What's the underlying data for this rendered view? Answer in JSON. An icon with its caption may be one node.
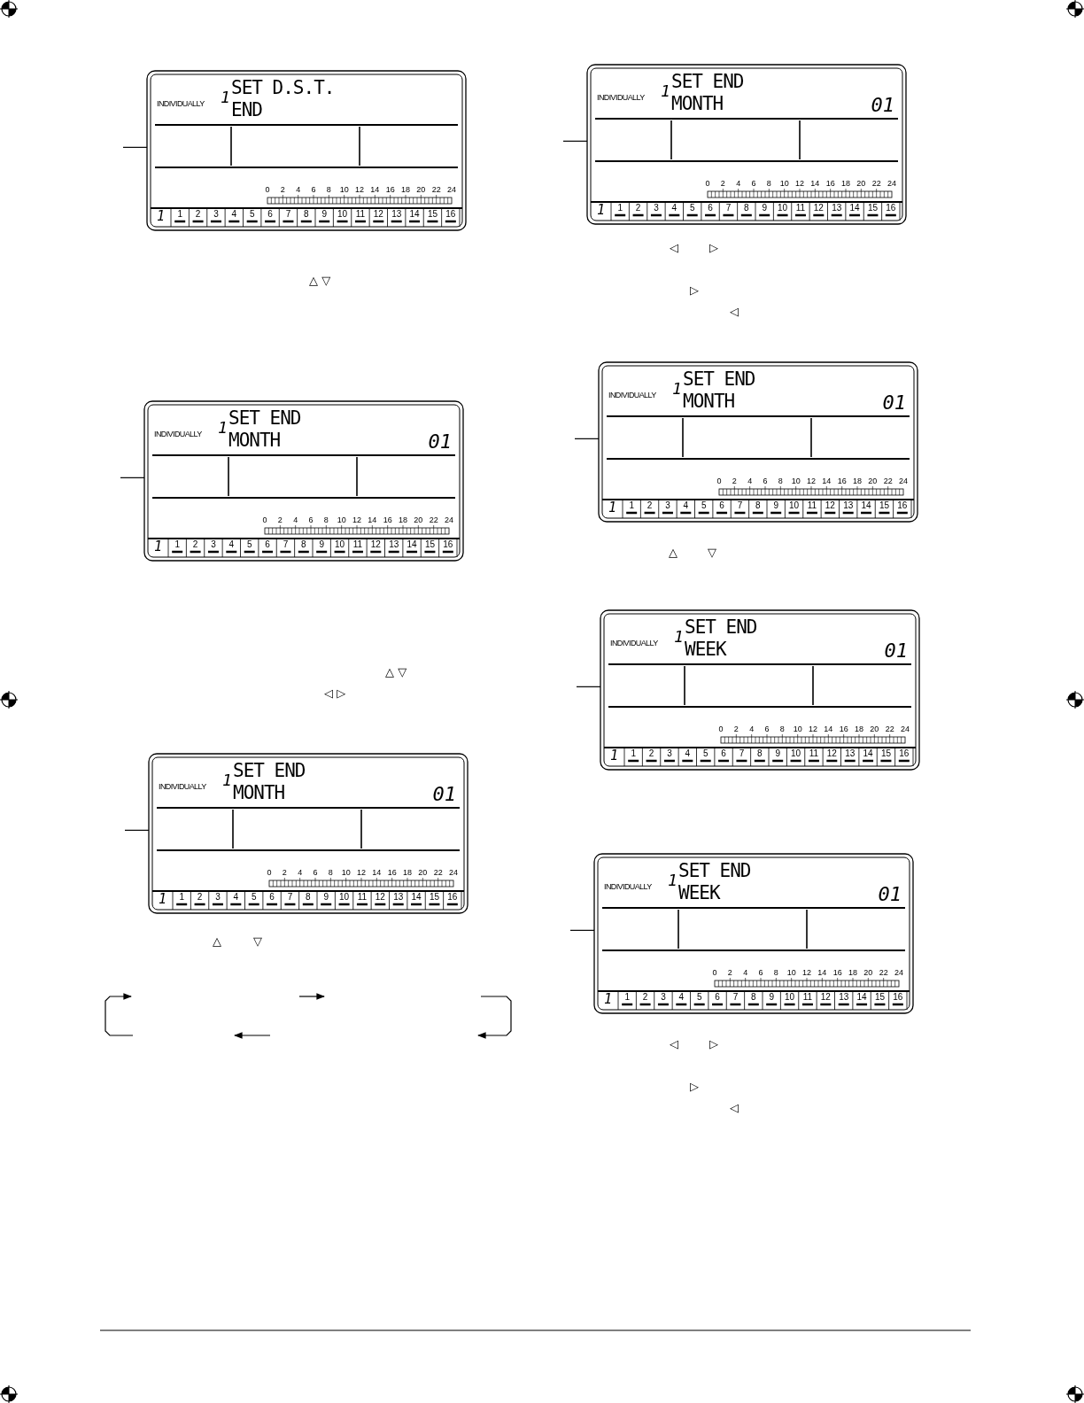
{
  "diagram": {
    "nodes": [
      {
        "text": [
          "INDIVIDUALLY",
          "1",
          "SET D.S.T. END",
          "0",
          "2",
          "4",
          "6",
          "8",
          "10",
          "12",
          "14",
          "16",
          "18",
          "20",
          "22",
          "24",
          "1",
          "1",
          "2",
          "3",
          "4",
          "5",
          "6",
          "7",
          "8",
          "9",
          "10",
          "11",
          "12",
          "13",
          "14",
          "15",
          "16"
        ]
      },
      {
        "text": [
          "INDIVIDUALLY",
          "1",
          "SET END MONTH",
          "01",
          "0",
          "2",
          "4",
          "6",
          "8",
          "10",
          "12",
          "14",
          "16",
          "18",
          "20",
          "22",
          "24",
          "1",
          "1",
          "2",
          "3",
          "4",
          "5",
          "6",
          "7",
          "8",
          "9",
          "10",
          "11",
          "12",
          "13",
          "14",
          "15",
          "16"
        ]
      },
      {
        "text": [
          "INDIVIDUALLY",
          "1",
          "SET END MONTH",
          "01",
          "0",
          "2",
          "4",
          "6",
          "8",
          "10",
          "12",
          "14",
          "16",
          "18",
          "20",
          "22",
          "24",
          "1",
          "1",
          "2",
          "3",
          "4",
          "5",
          "6",
          "7",
          "8",
          "9",
          "10",
          "11",
          "12",
          "13",
          "14",
          "15",
          "16"
        ]
      },
      {
        "text": [
          "INDIVIDUALLY",
          "1",
          "SET END MONTH",
          "01",
          "0",
          "2",
          "4",
          "6",
          "8",
          "10",
          "12",
          "14",
          "16",
          "18",
          "20",
          "22",
          "24",
          "1",
          "1",
          "2",
          "3",
          "4",
          "5",
          "6",
          "7",
          "8",
          "9",
          "10",
          "11",
          "12",
          "13",
          "14",
          "15",
          "16"
        ]
      },
      {
        "text": [
          "INDIVIDUALLY",
          "1",
          "SET END MONTH",
          "01",
          "0",
          "2",
          "4",
          "6",
          "8",
          "10",
          "12",
          "14",
          "16",
          "18",
          "20",
          "22",
          "24",
          "1",
          "1",
          "2",
          "3",
          "4",
          "5",
          "6",
          "7",
          "8",
          "9",
          "10",
          "11",
          "12",
          "13",
          "14",
          "15",
          "16"
        ]
      },
      {
        "text": [
          "INDIVIDUALLY",
          "1",
          "SET END WEEK",
          "01",
          "0",
          "2",
          "4",
          "6",
          "8",
          "10",
          "12",
          "14",
          "16",
          "18",
          "20",
          "22",
          "24",
          "1",
          "1",
          "2",
          "3",
          "4",
          "5",
          "6",
          "7",
          "8",
          "9",
          "10",
          "11",
          "12",
          "13",
          "14",
          "15",
          "16"
        ]
      },
      {
        "text": [
          "INDIVIDUALLY",
          "1",
          "SET END WEEK",
          "01",
          "0",
          "2",
          "4",
          "6",
          "8",
          "10",
          "12",
          "14",
          "16",
          "18",
          "20",
          "22",
          "24",
          "1",
          "1",
          "2",
          "3",
          "4",
          "5",
          "6",
          "7",
          "8",
          "9",
          "10",
          "11",
          "12",
          "13",
          "14",
          "15",
          "16"
        ]
      }
    ],
    "edges": [
      {
        "from": null,
        "to": 0,
        "arrow": "none"
      },
      {
        "from": null,
        "to": 1,
        "arrow": "none"
      },
      {
        "from": null,
        "to": 2,
        "arrow": "none"
      },
      {
        "from": null,
        "to": 3,
        "arrow": "none"
      },
      {
        "from": null,
        "to": 4,
        "arrow": "none"
      },
      {
        "from": null,
        "to": 5,
        "arrow": "none"
      },
      {
        "from": null,
        "to": 6,
        "arrow": "none"
      }
    ],
    "labels": [
      "△ ▽",
      "△ ▽",
      "◁ ▷",
      "△",
      "▽",
      "◁",
      "▷",
      "▷",
      "◁",
      "△",
      "▽",
      "◁",
      "▷",
      "▷",
      "◁"
    ]
  }
}
